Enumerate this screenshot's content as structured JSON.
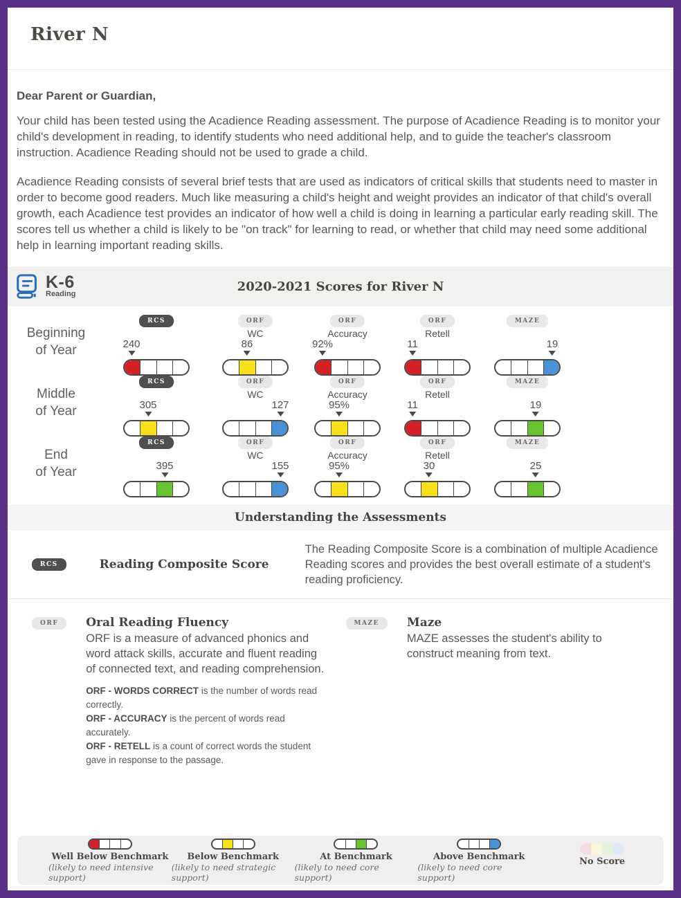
{
  "page": {
    "title": "River N"
  },
  "letter": {
    "salutation": "Dear Parent or Guardian,",
    "paragraphs": [
      "Your child has been tested using the Acadience Reading assessment. The purpose of Acadience Reading is to monitor your child's development in reading, to identify students who need additional help, and to guide the teacher's classroom instruction. Acadience Reading should not be used to grade a child.",
      "Acadience Reading consists of several brief tests that are used as indicators of critical skills that students need to master in order to become good readers. Much like measuring a child's height and weight provides an indicator of that child's overall growth, each Acadience test provides an indicator of how well a child is doing in learning a particular early reading skill. The scores tell us whether a child is likely to be \"on track\" for learning to read, or whether that child may need some additional help in learning important reading skills."
    ]
  },
  "scores": {
    "logo": {
      "grade": "K-6",
      "subject": "Reading"
    },
    "title": "2020-2021 Scores for River N",
    "columns": [
      {
        "badge": "RCS",
        "badge_style": "dark",
        "sublabel": ""
      },
      {
        "badge": "ORF",
        "badge_style": "light",
        "sublabel": "WC"
      },
      {
        "badge": "ORF",
        "badge_style": "light",
        "sublabel": "Accuracy"
      },
      {
        "badge": "ORF",
        "badge_style": "light",
        "sublabel": "Retell"
      },
      {
        "badge": "MAZE",
        "badge_style": "light",
        "sublabel": ""
      }
    ],
    "rows": [
      {
        "label_line1": "Beginning",
        "label_line2": "of Year",
        "cells": [
          {
            "value": "240",
            "segment": 1,
            "color": "red"
          },
          {
            "value": "86",
            "segment": 2,
            "color": "yellow"
          },
          {
            "value": "92%",
            "segment": 1,
            "color": "red"
          },
          {
            "value": "11",
            "segment": 1,
            "color": "red"
          },
          {
            "value": "19",
            "segment": 4,
            "color": "blue"
          }
        ]
      },
      {
        "label_line1": "Middle",
        "label_line2": "of Year",
        "cells": [
          {
            "value": "305",
            "segment": 2,
            "color": "yellow"
          },
          {
            "value": "127",
            "segment": 4,
            "color": "blue"
          },
          {
            "value": "95%",
            "segment": 2,
            "color": "yellow"
          },
          {
            "value": "11",
            "segment": 1,
            "color": "red"
          },
          {
            "value": "19",
            "segment": 3,
            "color": "green"
          }
        ]
      },
      {
        "label_line1": "End",
        "label_line2": "of Year",
        "cells": [
          {
            "value": "395",
            "segment": 3,
            "color": "green"
          },
          {
            "value": "155",
            "segment": 4,
            "color": "blue"
          },
          {
            "value": "95%",
            "segment": 2,
            "color": "yellow"
          },
          {
            "value": "30",
            "segment": 2,
            "color": "yellow"
          },
          {
            "value": "25",
            "segment": 3,
            "color": "green"
          }
        ]
      }
    ]
  },
  "understanding": {
    "title": "Understanding the Assessments",
    "rcs": {
      "badge": "RCS",
      "heading": "Reading Composite Score",
      "description": "The Reading Composite Score is a combination of multiple Acadience Reading scores and provides the best overall estimate of a student's reading proficiency."
    },
    "orf": {
      "badge": "ORF",
      "heading": "Oral Reading Fluency",
      "description": "ORF is a measure of advanced phonics and word attack skills, accurate and fluent reading of connected text, and reading comprehension.",
      "items": [
        {
          "term": "ORF - WORDS CORRECT",
          "rest": " is the number of words read correctly."
        },
        {
          "term": "ORF - ACCURACY",
          "rest": " is the percent of words read accurately."
        },
        {
          "term": "ORF - RETELL",
          "rest": " is a count of correct words the student gave in response to the passage."
        }
      ]
    },
    "maze": {
      "badge": "MAZE",
      "heading": "Maze",
      "description": "MAZE assesses the student's ability to construct meaning from text."
    }
  },
  "legend": {
    "items": [
      {
        "label": "Well Below Benchmark",
        "sublabel": "(likely to need intensive support)",
        "segment": 1,
        "color": "red"
      },
      {
        "label": "Below Benchmark",
        "sublabel": "(likely to need strategic support)",
        "segment": 2,
        "color": "yellow"
      },
      {
        "label": "At Benchmark",
        "sublabel": "(likely to need core support)",
        "segment": 3,
        "color": "green"
      },
      {
        "label": "Above Benchmark",
        "sublabel": "(likely to need core support)",
        "segment": 4,
        "color": "blue"
      },
      {
        "label": "No Score",
        "sublabel": "",
        "segment": 0,
        "color": "none"
      }
    ]
  },
  "colors": {
    "red": "#d42127",
    "yellow": "#f8df1c",
    "green": "#68c42e",
    "blue": "#4992d7",
    "gauge_border": "#4a4a48",
    "page_border_purple": "#5b2e87",
    "logo_blue": "#2c6fb5",
    "faded": [
      "#f5dce0",
      "#f8f5d8",
      "#e5f2da",
      "#dfeaf7"
    ]
  }
}
